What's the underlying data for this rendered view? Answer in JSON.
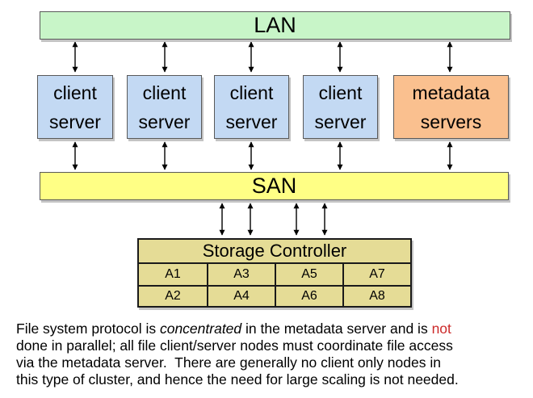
{
  "diagram": {
    "lan_label": "LAN",
    "san_label": "SAN",
    "servers": [
      {
        "type": "client",
        "lines": [
          "client",
          "server"
        ]
      },
      {
        "type": "client",
        "lines": [
          "client",
          "server"
        ]
      },
      {
        "type": "client",
        "lines": [
          "client",
          "server"
        ]
      },
      {
        "type": "client",
        "lines": [
          "client",
          "server"
        ]
      },
      {
        "type": "metadata",
        "lines": [
          "metadata",
          "servers"
        ]
      }
    ],
    "storage": {
      "title": "Storage Controller",
      "rows": [
        [
          "A1",
          "A3",
          "A5",
          "A7"
        ],
        [
          "A2",
          "A4",
          "A6",
          "A8"
        ]
      ]
    }
  },
  "caption": {
    "lines": [
      [
        {
          "text": "File system protocol is "
        },
        {
          "text": "concentrated",
          "style": "italic"
        },
        {
          "text": " in the metadata server and is "
        },
        {
          "text": "not",
          "style": "red"
        }
      ],
      [
        {
          "text": "done in parallel; all file client/server nodes must coordinate file access"
        }
      ],
      [
        {
          "text": "via the metadata server.  There are generally no client only nodes in"
        }
      ],
      [
        {
          "text": "this type of cluster, and hence the need for large scaling is not needed."
        }
      ]
    ]
  },
  "colors": {
    "lan_fill": "#c8f5c8",
    "client_fill": "#c3d9f3",
    "metadata_fill": "#fac08f",
    "san_fill": "#ffff85",
    "storage_fill": "#e5dc96",
    "box_border": "#595959",
    "table_border": "#1a1a1a",
    "arrow": "#000000",
    "caption_red": "#cc2a2a",
    "shadow": "#c4c4c4"
  }
}
